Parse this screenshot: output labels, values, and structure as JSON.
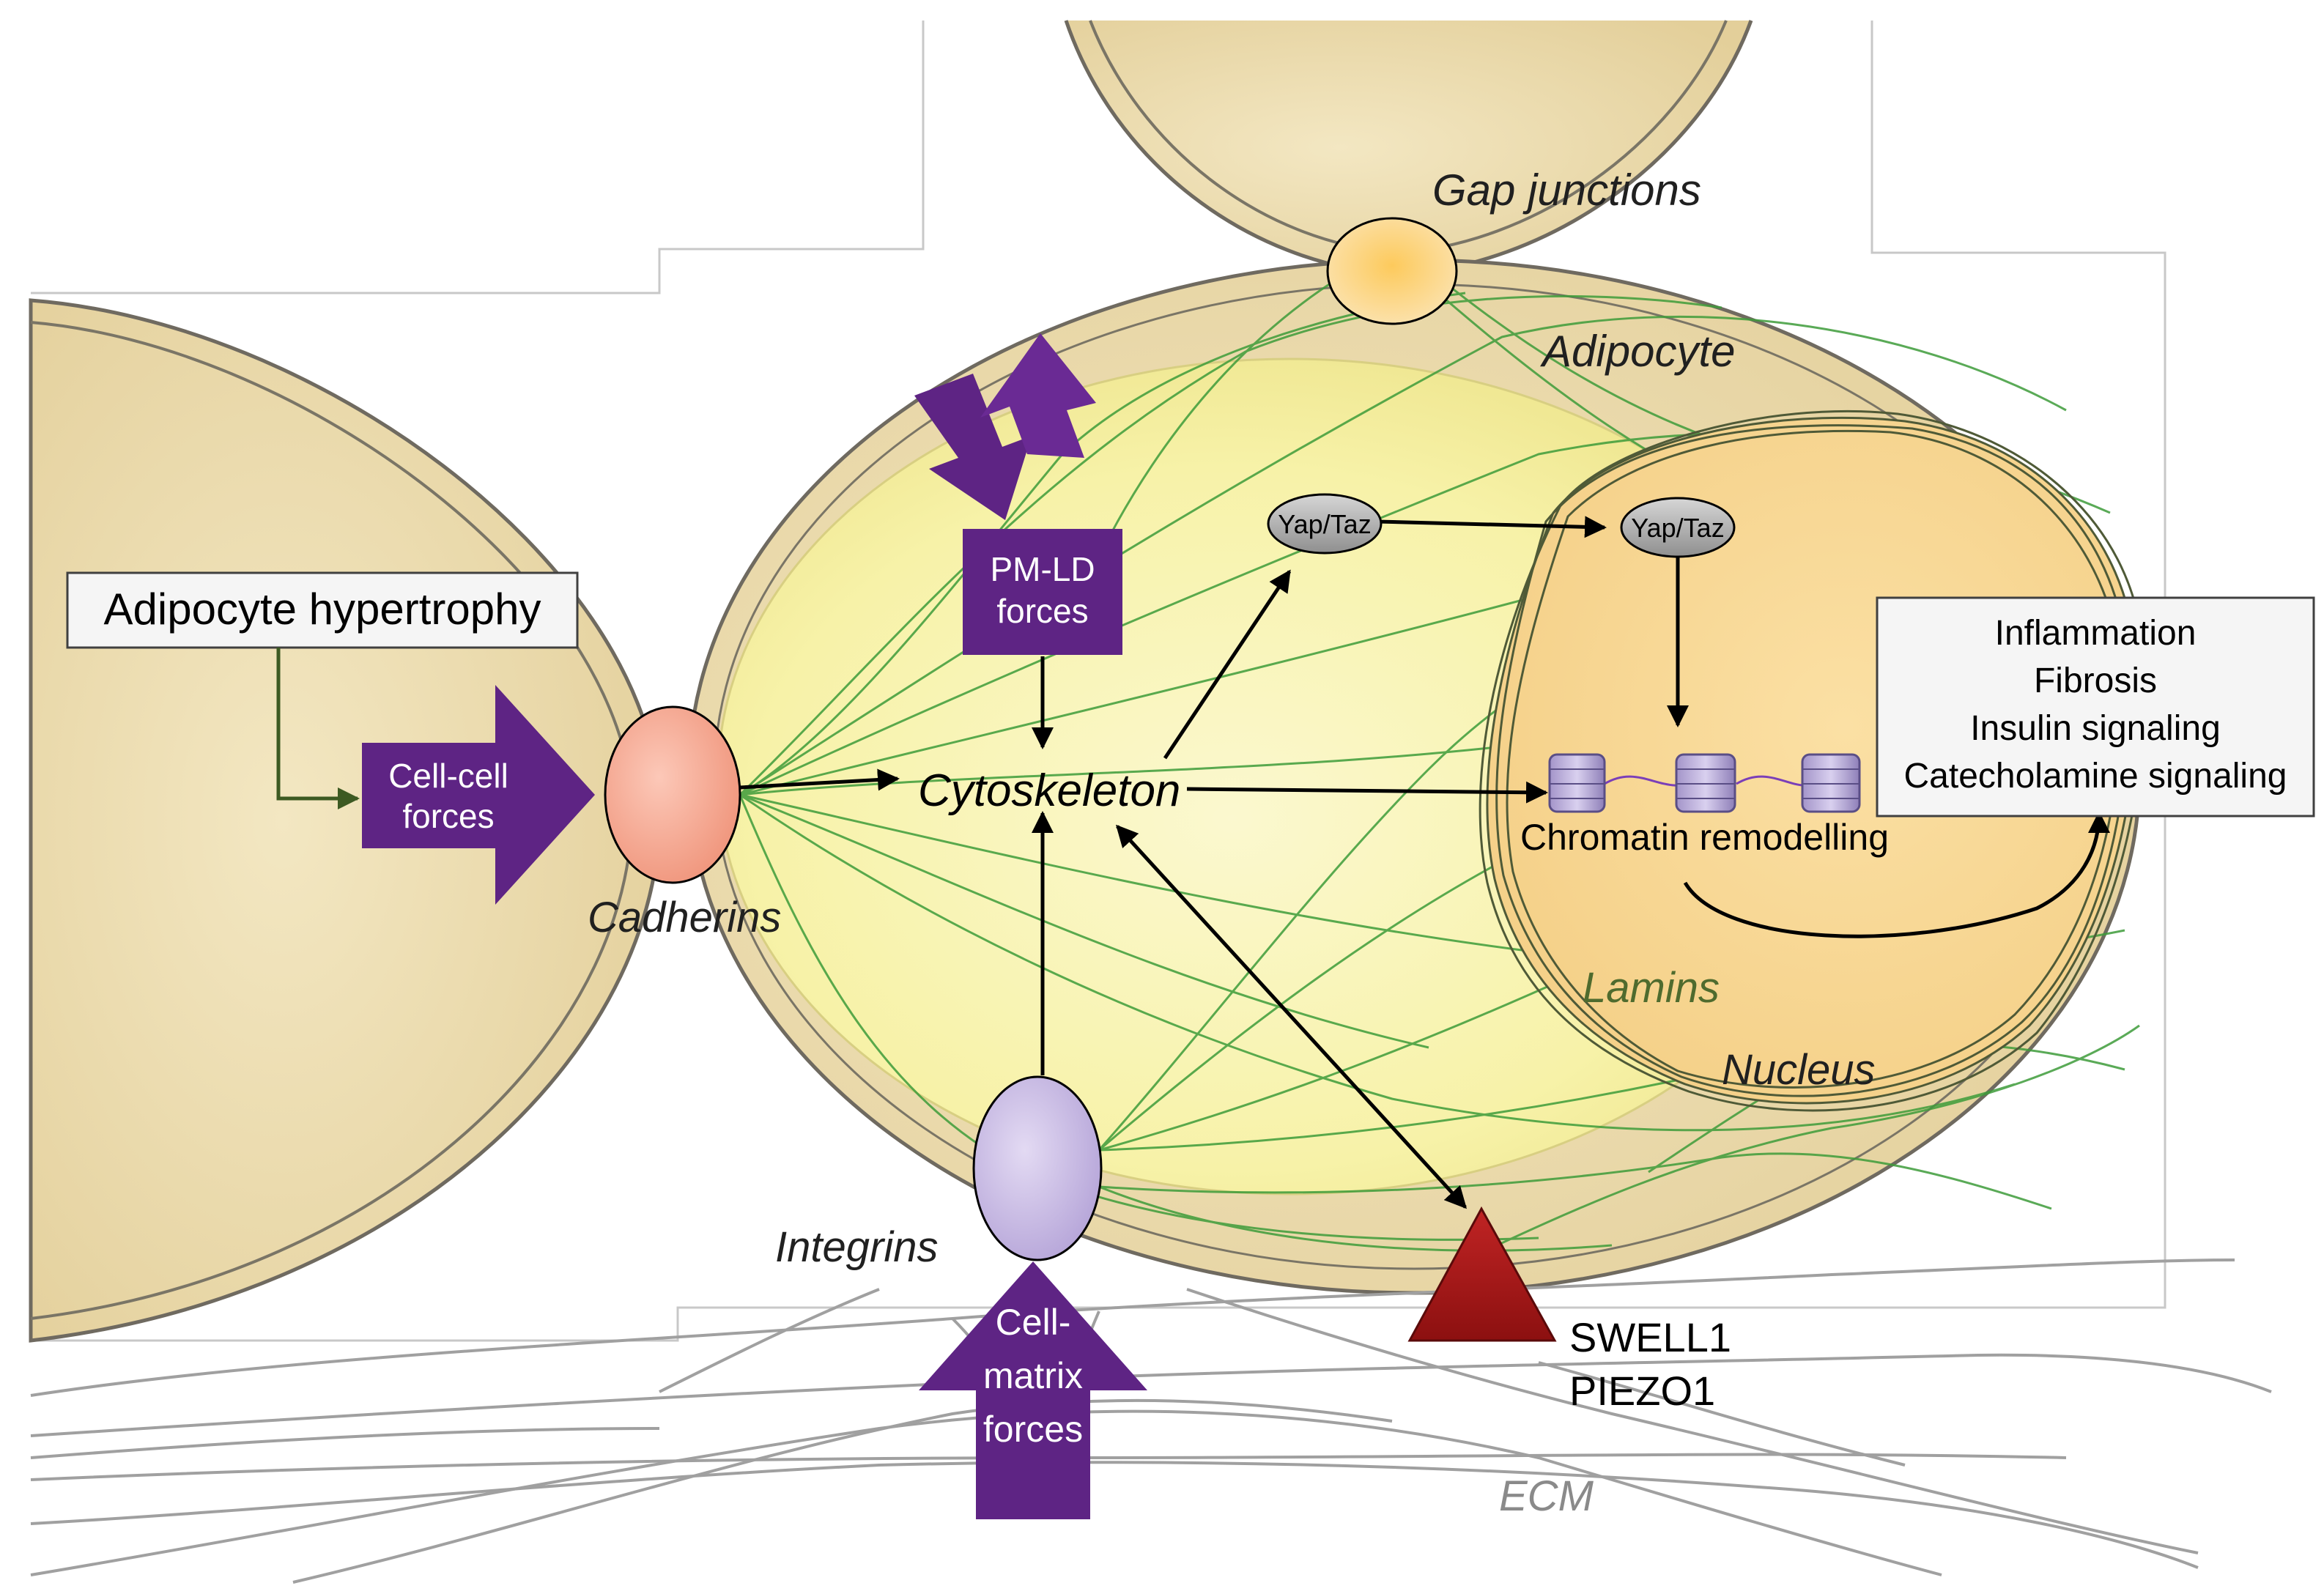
{
  "labels": {
    "gap_junctions": "Gap junctions",
    "adipocyte": "Adipocyte",
    "adipocyte_hypertrophy": "Adipocyte hypertrophy",
    "cell_cell_forces": [
      "Cell-cell",
      "forces"
    ],
    "pm_ld_forces": [
      "PM-LD",
      "forces"
    ],
    "yap_taz_1": "Yap/Taz",
    "yap_taz_2": "Yap/Taz",
    "cytoskeleton": "Cytoskeleton",
    "chromatin_remodelling": "Chromatin remodelling",
    "cadherins": "Cadherins",
    "lamins": "Lamins",
    "nucleus": "Nucleus",
    "integrins": "Integrins",
    "cell_matrix_forces": [
      "Cell-",
      "matrix",
      "forces"
    ],
    "swell1": "SWELL1",
    "piezo1": "PIEZO1",
    "ecm": "ECM"
  },
  "outcomes": [
    "Inflammation",
    "Fibrosis",
    "Insulin signaling",
    "Catecholamine signaling"
  ],
  "colors": {
    "cell_fill": "#ecdcad",
    "cytoplasm": "#f8f3b8",
    "nucleus": "#f7d58f",
    "purple": "#5e2484",
    "cadherin": "#f7a693",
    "integrin": "#c7b8e3",
    "gap_junction": "#fbd07a",
    "swell1": "#a61b1b",
    "actin": "#3e9c3a",
    "ecm_fiber": "#a0a0a0"
  }
}
